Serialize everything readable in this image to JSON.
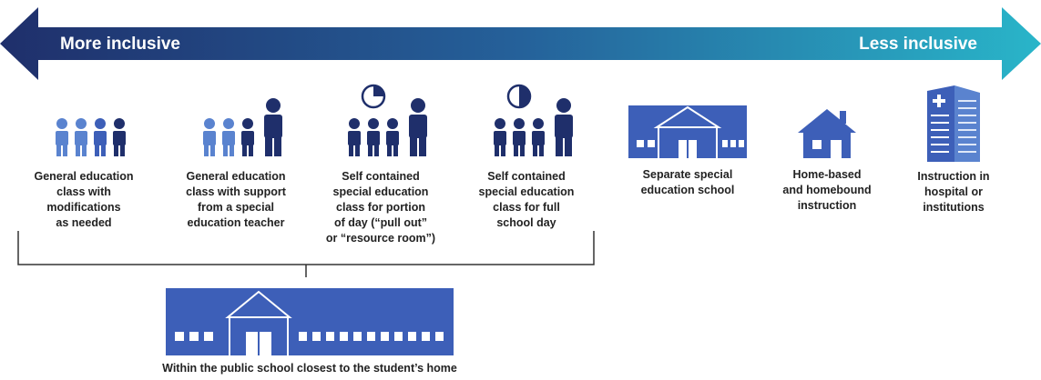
{
  "arrow": {
    "left_label": "More inclusive",
    "right_label": "Less inclusive",
    "color_dark": "#1f2f6b",
    "color_light": "#29b5c9"
  },
  "categories": [
    {
      "label": "General education\nclass with\nmodifications\nas needed",
      "icon": "students-group-icon"
    },
    {
      "label": "General education\nclass with support\nfrom a special\neducation teacher",
      "icon": "students-with-teacher-icon"
    },
    {
      "label": "Self contained\nspecial education\nclass for portion\nof day (“pull out”\nor “resource room”)",
      "icon": "students-teacher-partial-clock-icon"
    },
    {
      "label": "Self contained\nspecial education\nclass for full\nschool day",
      "icon": "students-teacher-half-clock-icon"
    },
    {
      "label": "Separate special\neducation school",
      "icon": "school-building-icon"
    },
    {
      "label": "Home-based\nand homebound\ninstruction",
      "icon": "house-icon"
    },
    {
      "label": "Instruction in\nhospital or\ninstitutions",
      "icon": "hospital-icon"
    }
  ],
  "bottom": {
    "caption": "Within the public school closest to the student’s home",
    "icon": "public-school-building-icon"
  },
  "colors": {
    "icon_blue": "#3d5fb8",
    "icon_light": "#5a83cf",
    "icon_dark": "#1f2f6b",
    "text": "#222222"
  }
}
